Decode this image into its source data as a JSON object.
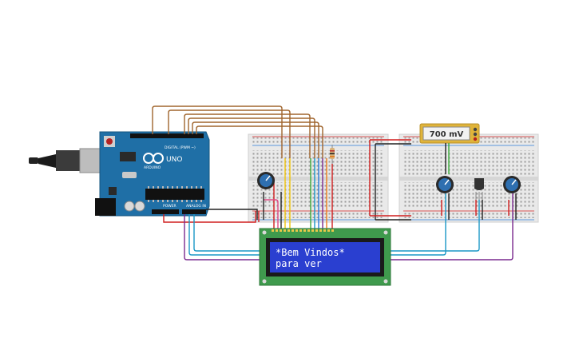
{
  "arduino": {
    "model_label": "UNO",
    "brand_label": "ARDUINO",
    "digital_label": "DIGITAL (PWM ~)",
    "power_label": "POWER",
    "analog_label": "ANALOG IN"
  },
  "multimeter": {
    "reading": "700 mV"
  },
  "lcd": {
    "line1": "*Bem Vindos*",
    "line2": "para ver"
  },
  "colors": {
    "arduino_board": "#1f6fa6",
    "lcd_board": "#3f9a4d",
    "lcd_screen": "#2a3fd0",
    "lcd_text": "#ffffff",
    "multimeter_body": "#e0b43a",
    "wire_brown": "#a0652d",
    "wire_red": "#d11f1f",
    "wire_black": "#222222",
    "wire_cyan": "#1a97c6",
    "wire_purple": "#7a2a8f",
    "wire_yellow": "#f0c40a",
    "wire_green": "#3aa83a",
    "wire_blue": "#2b7bd8",
    "wire_orange": "#ee7d1d",
    "wire_pink": "#e04a86",
    "breadboard": "#e9e9e9"
  }
}
